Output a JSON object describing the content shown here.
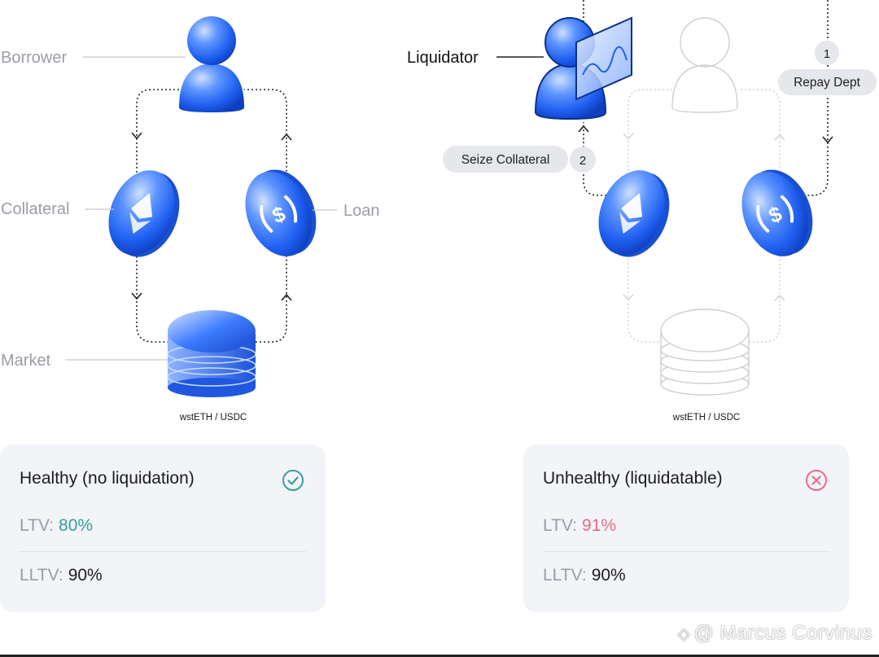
{
  "left_diagram": {
    "borrower_label": "Borrower",
    "collateral_label": "Collateral",
    "loan_label": "Loan",
    "market_label": "Market",
    "market_pair": "wstETH / USDC"
  },
  "right_diagram": {
    "liquidator_label": "Liquidator",
    "step1_number": "1",
    "step1_label": "Repay Dept",
    "step2_number": "2",
    "step2_label": "Seize Collateral",
    "market_pair": "wstETH / USDC"
  },
  "cards": {
    "healthy": {
      "title": "Healthy (no liquidation)",
      "ltv_label": "LTV:",
      "ltv_value": "80%",
      "lltv_label": "LLTV:",
      "lltv_value": "90%",
      "status_icon": "check-circle-icon",
      "accent": "#3a9e99"
    },
    "unhealthy": {
      "title": "Unhealthy (liquidatable)",
      "ltv_label": "LTV:",
      "ltv_value": "91%",
      "lltv_label": "LLTV:",
      "lltv_value": "90%",
      "status_icon": "x-circle-icon",
      "accent": "#ec6b86"
    }
  },
  "watermark": {
    "text": "@ Marcus Corvinus"
  },
  "colors": {
    "blue": "#2a64f0",
    "blue_light": "#8fb4ff",
    "gray_outline": "#d4d4d4",
    "label_gray": "#9a9da4"
  }
}
